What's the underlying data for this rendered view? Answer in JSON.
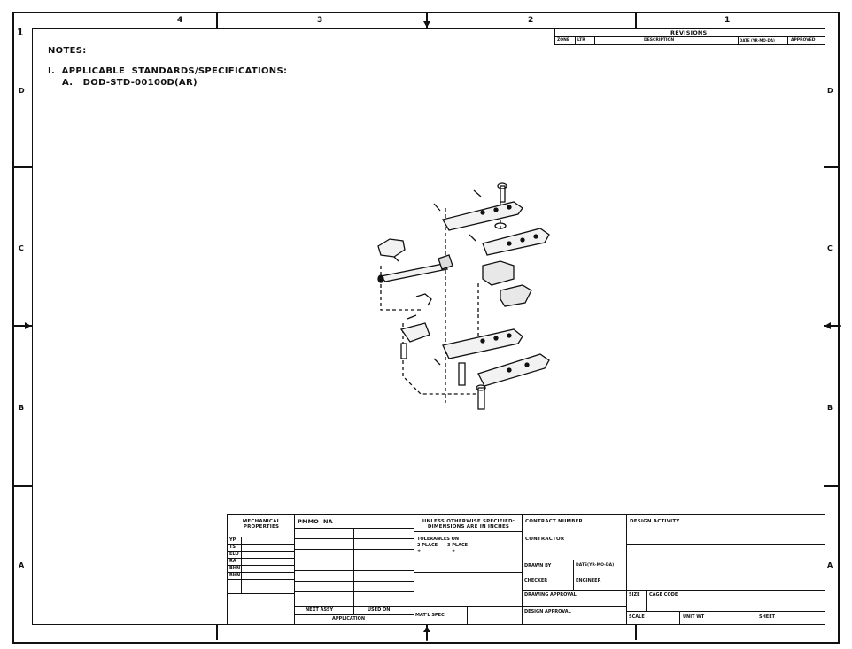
{
  "zones": {
    "top": [
      "4",
      "3",
      "2",
      "1"
    ],
    "side_left": [
      "D",
      "C",
      "B",
      "A"
    ],
    "side_right": [
      "D",
      "C",
      "B",
      "A"
    ]
  },
  "sheet_mark": "1",
  "revisions": {
    "title": "REVISIONS",
    "cols": [
      "ZONE",
      "LTR",
      "DESCRIPTION",
      "DATE (YR-MO-DA)",
      "APPROVED"
    ]
  },
  "notes": {
    "heading": "NOTES:",
    "item1": "I.  APPLICABLE  STANDARDS/SPECIFICATIONS:",
    "item1a": "A.   DOD-STD-00100D(AR)"
  },
  "title_block": {
    "mech_props": "MECHANICAL PROPERTIES",
    "props": [
      "YP",
      "TS",
      "ELO",
      "RA",
      "BHN",
      "BHN"
    ],
    "pmmo": "PMMO  NA",
    "next_assy": "NEXT ASSY",
    "used_on": "USED ON",
    "application": "APPLICATION",
    "unless": "UNLESS OTHERWISE SPECIFIED: DIMENSIONS ARE IN INCHES",
    "tolerances": "TOLERANCES ON",
    "places1": "2 PLACE",
    "places2": "3 PLACE",
    "pm1": "±",
    "pm2": "±",
    "matl_spec": "MAT'L SPEC",
    "contract_number": "CONTRACT NUMBER",
    "contractor": "CONTRACTOR",
    "drawn_by": "DRAWN BY",
    "date": "DATE(YR-MO-DA)",
    "checker": "CHECKER",
    "engineer": "ENGINEER",
    "drawing_approval": "DRAWING APPROVAL",
    "design_approval": "DESIGN APPROVAL",
    "design_activity": "DESIGN ACTIVITY",
    "size": "SIZE",
    "cage_code": "CAGE CODE",
    "scale": "SCALE",
    "unit_wt": "UNIT WT",
    "sheet": "SHEET"
  }
}
